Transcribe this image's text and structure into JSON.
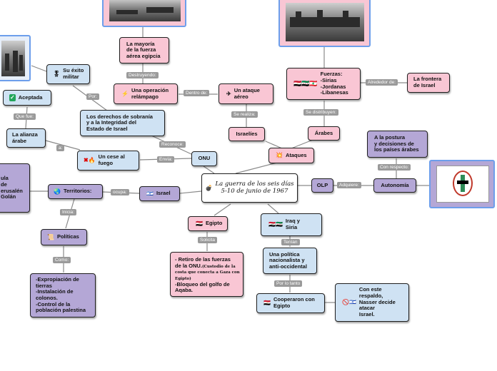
{
  "center": {
    "title": "La guerra de los seis días\n5-10 de junio de 1967",
    "icon": "bomb-icon"
  },
  "nodes": {
    "onu": "ONU",
    "cese": "Un cese al\nfuego",
    "derechos": "Los derechos de sobranía\ny a la Integridad del\nEstado de Israel",
    "alianza": "La alianza\nárabe",
    "aceptada": "Aceptada",
    "exito": "Su éxito\nmilitar",
    "operacion": "Una operación\nrelámpago",
    "mayoria": "La mayoría\nde la fuerza\naérea egipcia",
    "ataque_aereo": "Un ataque\naéreo",
    "israelies": "Israelíes",
    "ataques": "Ataques",
    "arabes": "Árabes",
    "fuerzas": "Fuerzas:\n-Sirias\n-Jordanas\n-Libanesas",
    "frontera": "La frontera\nde Israel",
    "olp": "OLP",
    "autonomia": "Autonomía",
    "postura": "A la postura\ny decisiones de\nlos países árabes",
    "egipto": "Egipto",
    "solicita_box": "- Retiro de las fuerzas\nde la ONU.",
    "solicita_small": "(Custodio de la costa que conecta a Gaza con Egipto)",
    "solicita_tail": "-Bloqueo del golfo de\nAqaba.",
    "iraq": "Iraq y\nSiria",
    "politica_nac": "Una política\nnacionalista y\nanti-occidental",
    "cooperaron": "Cooperaron con\nEgipto",
    "respaldo": "Con este\nrespaldo,\nNasser decide\natacar\nIsrael.",
    "israel": "Israel",
    "territorios": "Territorios:",
    "politicas": "Políticas",
    "politicas_list": "-Expropiación de\ntierras\n-Instalación de\ncolonos.\n-Control de la\npoblación palestina",
    "left_cut": "ula\nde\nerusalén\nGolán"
  },
  "labels": {
    "reconoce": "Reconoce:",
    "envia": "Envía:",
    "a": "a:",
    "que_fue": "Que fue:",
    "por": "Por:",
    "destruyendo": "Destruyendo:",
    "dentro_de": "Dentro de:",
    "se_realiza": "Se realiza:",
    "se_distribuyen": "Se distribuyen:",
    "alrededor_de": "Alrededor de:",
    "adquiere": "Adquiere:",
    "con_respecto": "Con respecto:",
    "solicita": "Solicita",
    "tenian": "Tenían",
    "por_lo_tanto": "Por lo tanto",
    "ocupa": "ocupa:",
    "inicia": "Inicia:",
    "como": "Como:"
  },
  "icons": {
    "exito": "medal-icon",
    "aceptada": "check-icon",
    "cese": "cross-fire-icon",
    "operacion": "lightning-icon",
    "ataque": "airplane-icon",
    "ataques": "explosion-icon",
    "territorios": "globe-icon",
    "politicas": "scroll-icon",
    "respaldo": "prohibited-icon"
  },
  "colors": {
    "blue": "#cfe2f3",
    "pink": "#f9c6d4",
    "purple": "#b4a7d6",
    "connector": "#8a8a8a",
    "image_border": "#6d9eeb"
  }
}
